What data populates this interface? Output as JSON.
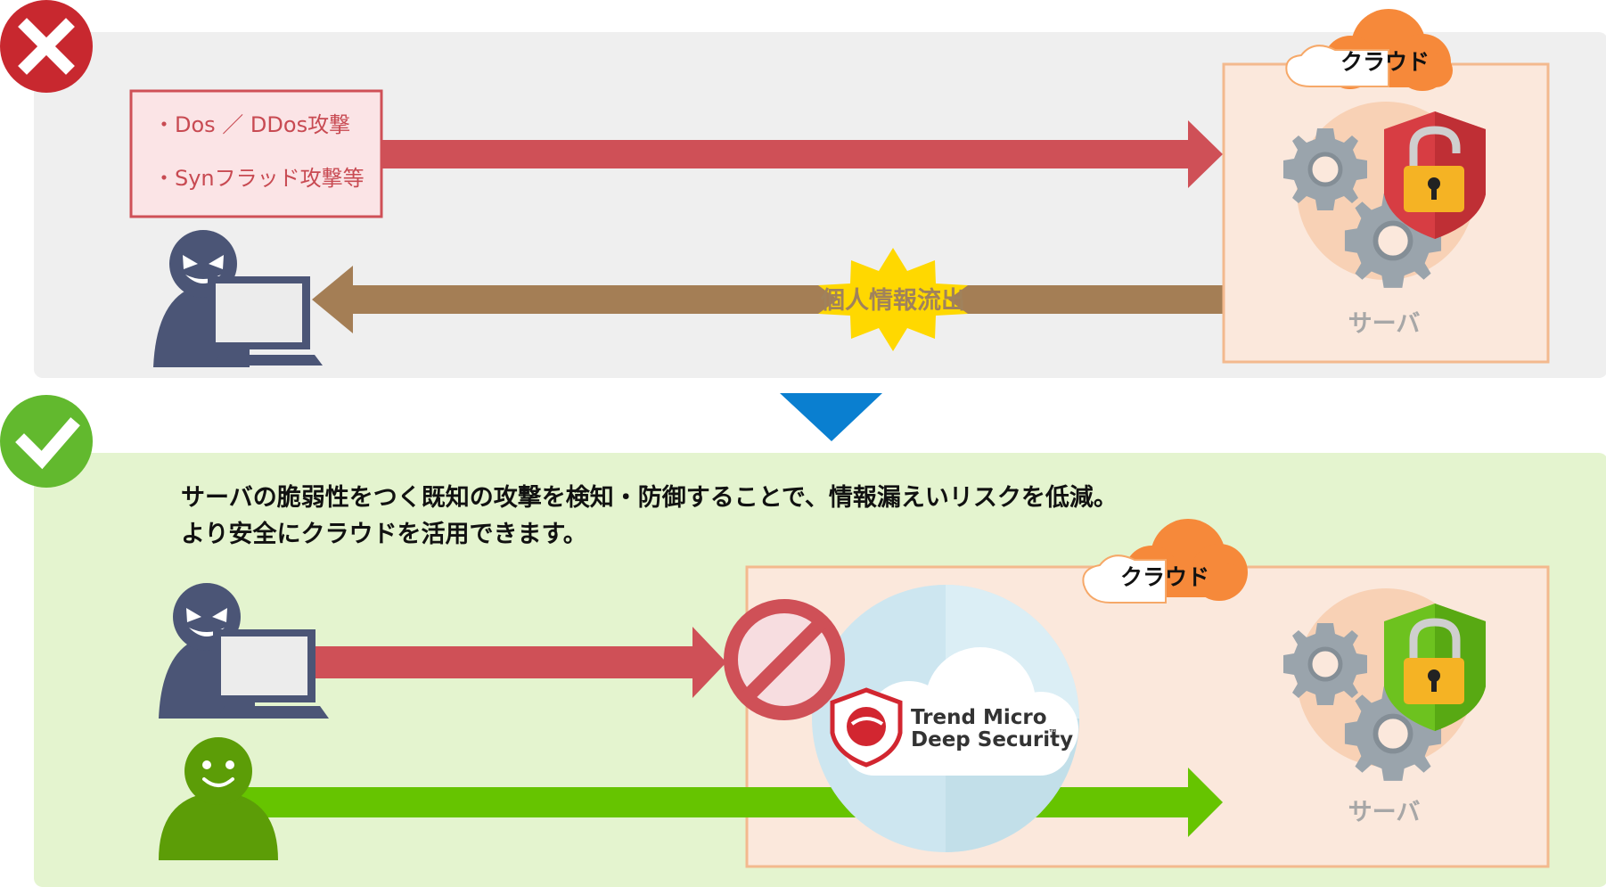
{
  "top_panel": {
    "status_icon": "cross-icon",
    "attack_box": {
      "line1": "・Dos ／ DDos攻撃",
      "line2": "・Synフラッド攻撃等"
    },
    "cloud_label": "クラウド",
    "server_label": "サーバ",
    "leak_label": "個人情報流出",
    "shield_icon": "red-lock-shield-icon"
  },
  "bottom_panel": {
    "status_icon": "check-icon",
    "headline_line1": "サーバの脆弱性をつく既知の攻撃を検知・防御することで、情報漏えいリスクを低減。",
    "headline_line2": "より安全にクラウドを活用できます。",
    "cloud_label": "クラウド",
    "server_label": "サーバ",
    "product_name_line1": "Trend Micro",
    "product_name_line2": "Deep Security",
    "product_tm": "™",
    "block_icon": "prohibited-icon",
    "shield_icon": "green-lock-shield-icon"
  },
  "colors": {
    "attack_red": "#cf5057",
    "leak_brown": "#a47e55",
    "safe_green": "#66c400",
    "panel_gray": "#efefef",
    "panel_green": "#e4f4cf",
    "cloud_orange": "#f6893a",
    "server_box_fill": "#fbe8dc",
    "server_box_border": "#f3b98e",
    "burst_yellow": "#ffd800",
    "down_arrow_blue": "#0a7fd0",
    "hacker_navy": "#4b5576"
  }
}
